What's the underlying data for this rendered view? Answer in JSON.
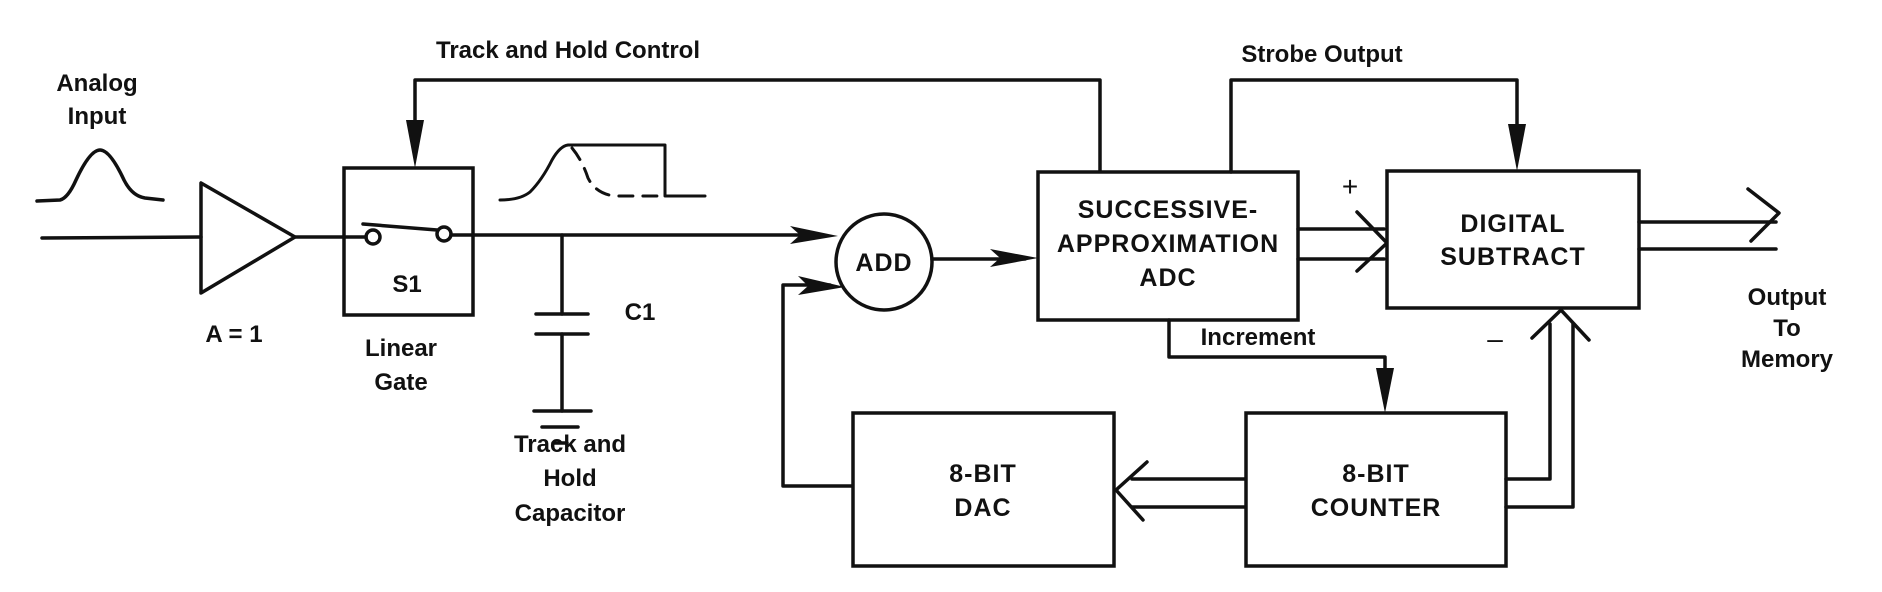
{
  "diagram": {
    "labels": {
      "analog_input": [
        "Analog",
        "Input"
      ],
      "track_hold_control": "Track and Hold Control",
      "strobe_output": "Strobe Output",
      "gain": "A = 1",
      "linear_gate": [
        "Linear",
        "Gate"
      ],
      "switch": "S1",
      "capacitor": "C1",
      "track_hold_capacitor": [
        "Track and",
        "Hold",
        "Capacitor"
      ],
      "increment": "Increment",
      "output_to_memory": [
        "Output",
        "To",
        "Memory"
      ],
      "plus_sign": "+",
      "minus_sign": "–"
    },
    "blocks": {
      "adder": "ADD",
      "adc": [
        "SUCCESSIVE-",
        "APPROXIMATION",
        "ADC"
      ],
      "subtract": [
        "DIGITAL",
        "SUBTRACT"
      ],
      "dac": [
        "8-BIT",
        "DAC"
      ],
      "counter": [
        "8-BIT",
        "COUNTER"
      ]
    },
    "colors": {
      "ink": "#111111",
      "background": "#ffffff"
    }
  }
}
